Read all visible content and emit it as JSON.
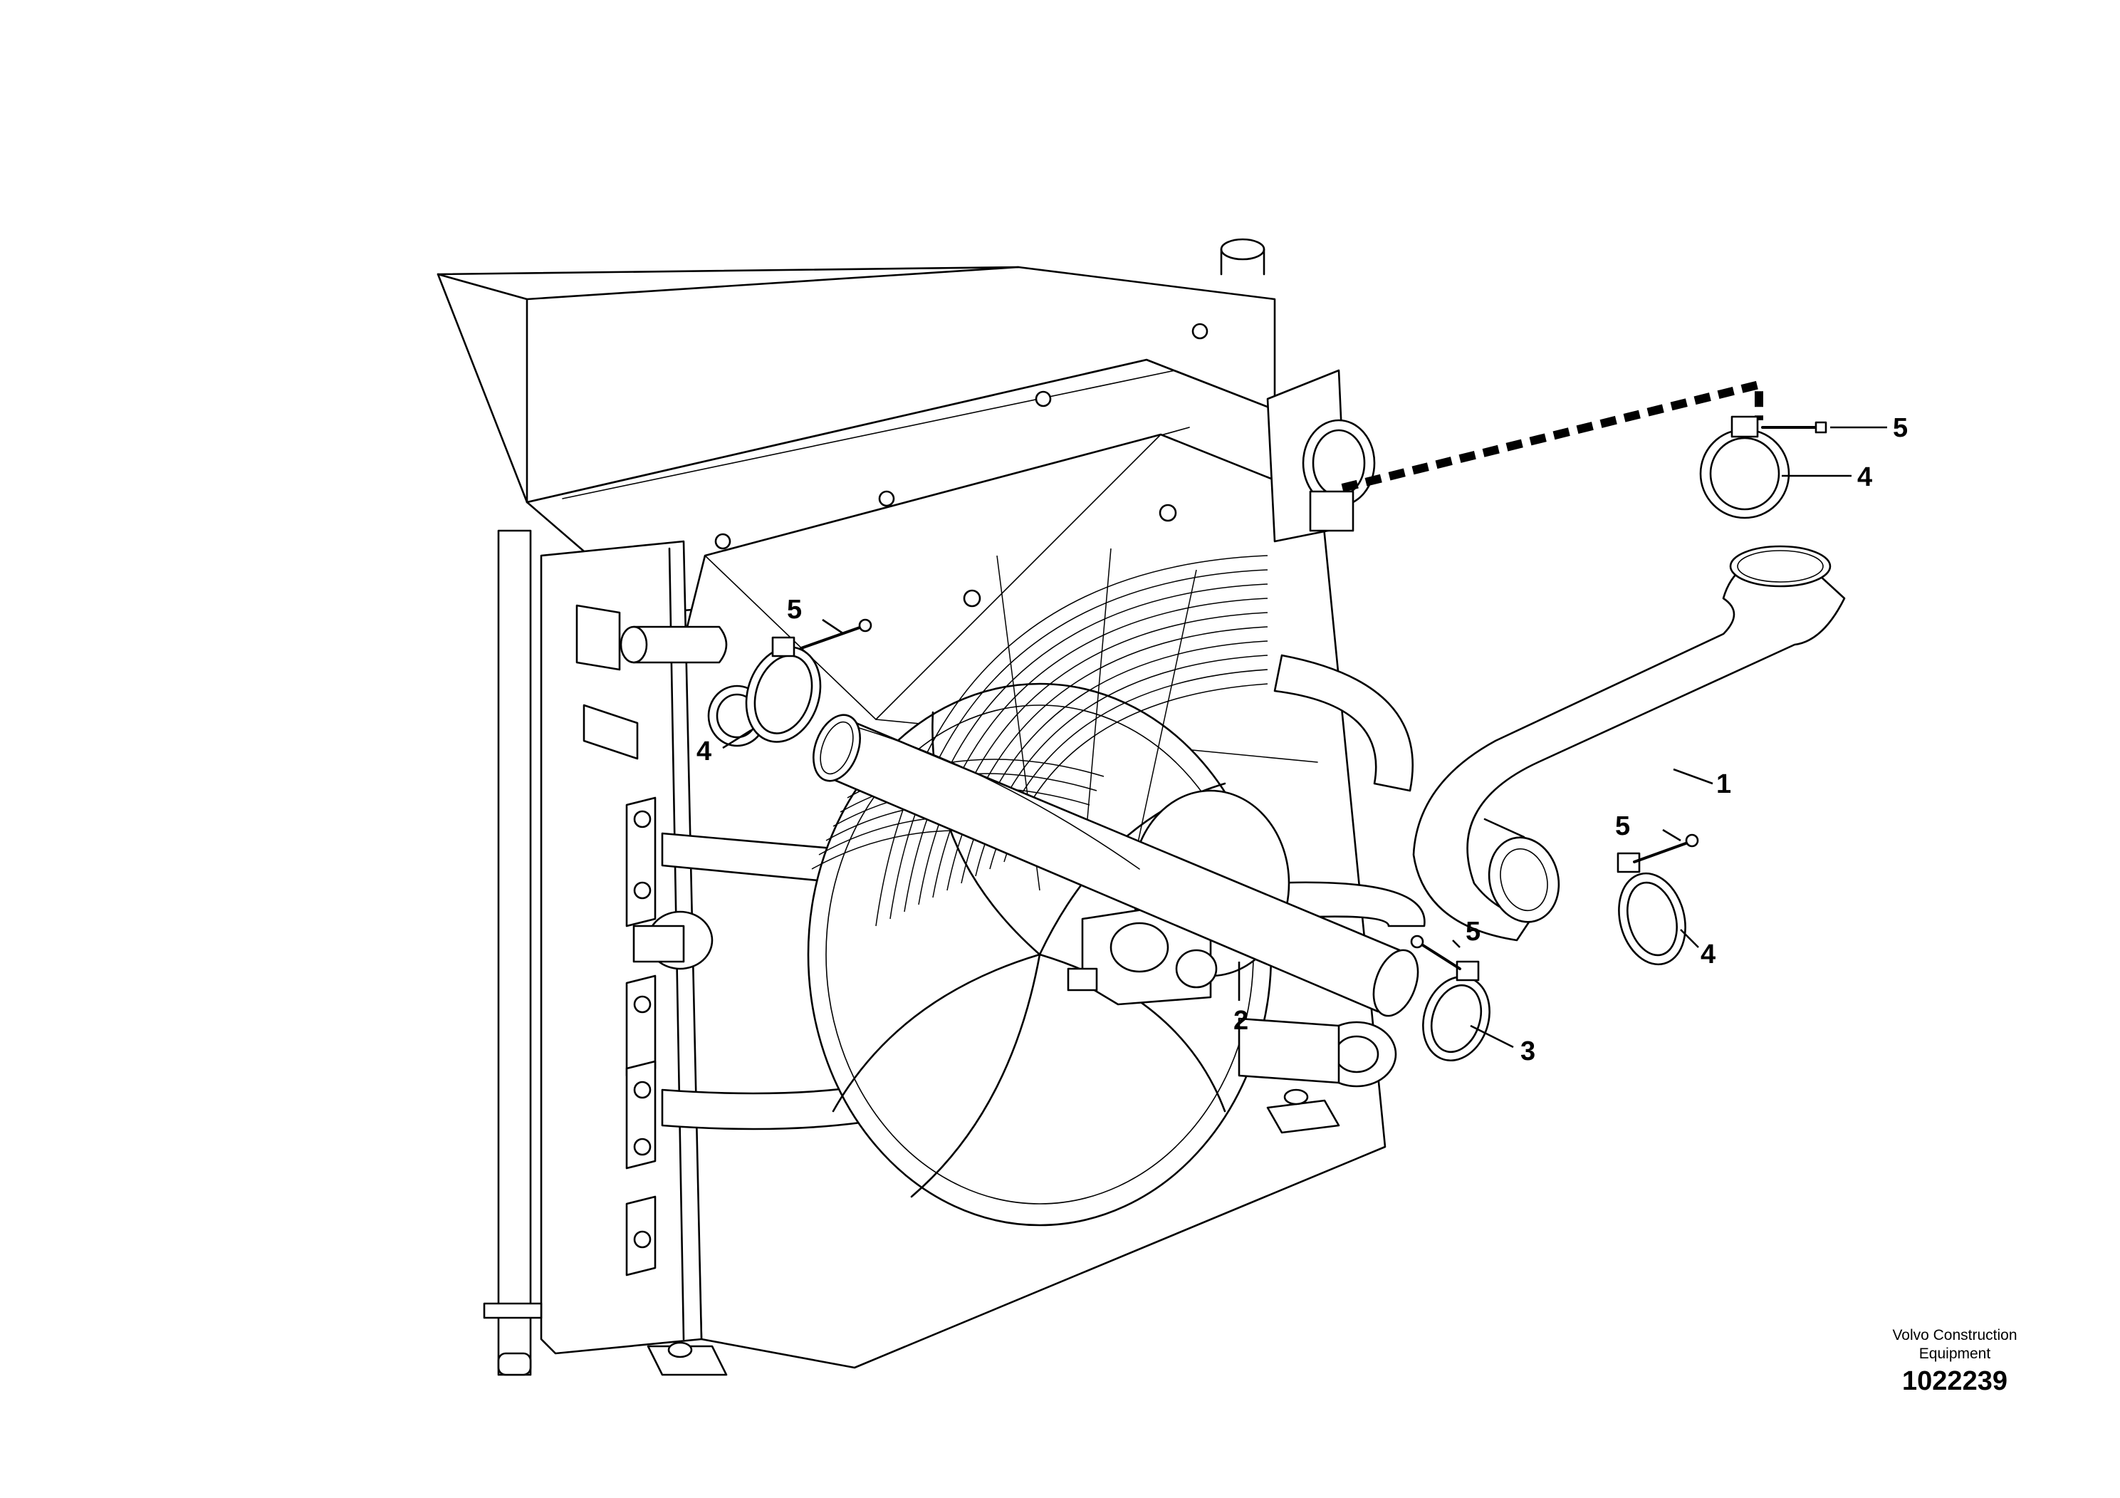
{
  "callouts": {
    "c1": "1",
    "c2": "2",
    "c3": "3",
    "c4a": "4",
    "c4b": "4",
    "c4c": "4",
    "c5a": "5",
    "c5b": "5",
    "c5c": "5",
    "c5d": "5"
  },
  "footer": {
    "maker_line1": "Volvo Construction",
    "maker_line2": "Equipment",
    "doc_number": "1022239"
  }
}
